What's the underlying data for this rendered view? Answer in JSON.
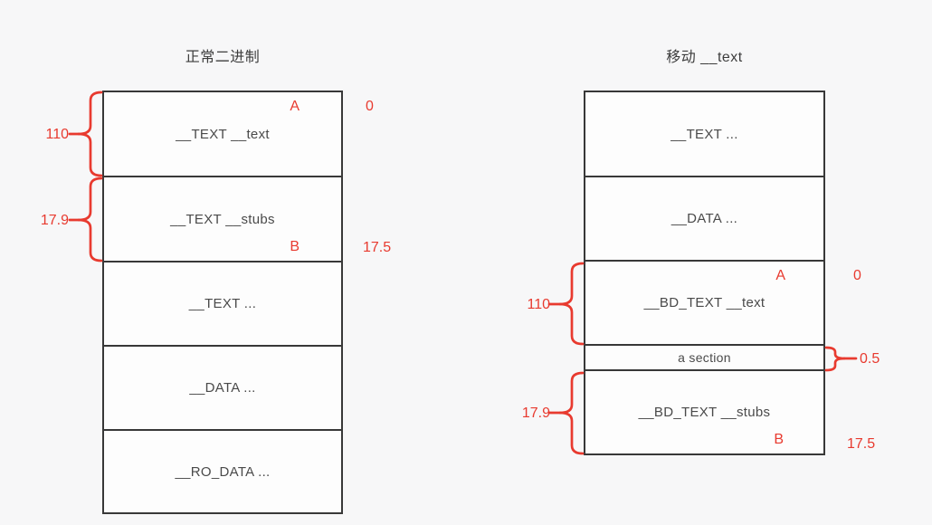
{
  "left": {
    "title": "正常二进制",
    "sections": [
      {
        "label": "__TEXT __text",
        "marker": "A"
      },
      {
        "label": "__TEXT __stubs",
        "marker": "B"
      },
      {
        "label": "__TEXT ..."
      },
      {
        "label": "__DATA ..."
      },
      {
        "label": "__RO_DATA ..."
      }
    ],
    "size_labels": {
      "text_size": "110",
      "stubs_size": "17.9"
    },
    "offset_labels": {
      "start": "0",
      "stubs_end": "17.5"
    }
  },
  "right": {
    "title": "移动 __text",
    "sections": [
      {
        "label": "__TEXT ..."
      },
      {
        "label": "__DATA ..."
      },
      {
        "label": "__BD_TEXT __text",
        "marker": "A"
      },
      {
        "label": "a section"
      },
      {
        "label": "__BD_TEXT __stubs",
        "marker": "B"
      }
    ],
    "size_labels": {
      "text_size": "110",
      "a_section_size": "0.5",
      "stubs_size": "17.9"
    },
    "offset_labels": {
      "start": "0",
      "stubs_end": "17.5"
    }
  },
  "colors": {
    "annotation_red": "#e83a2f",
    "box_border": "#383838",
    "background": "#f7f7f8"
  }
}
